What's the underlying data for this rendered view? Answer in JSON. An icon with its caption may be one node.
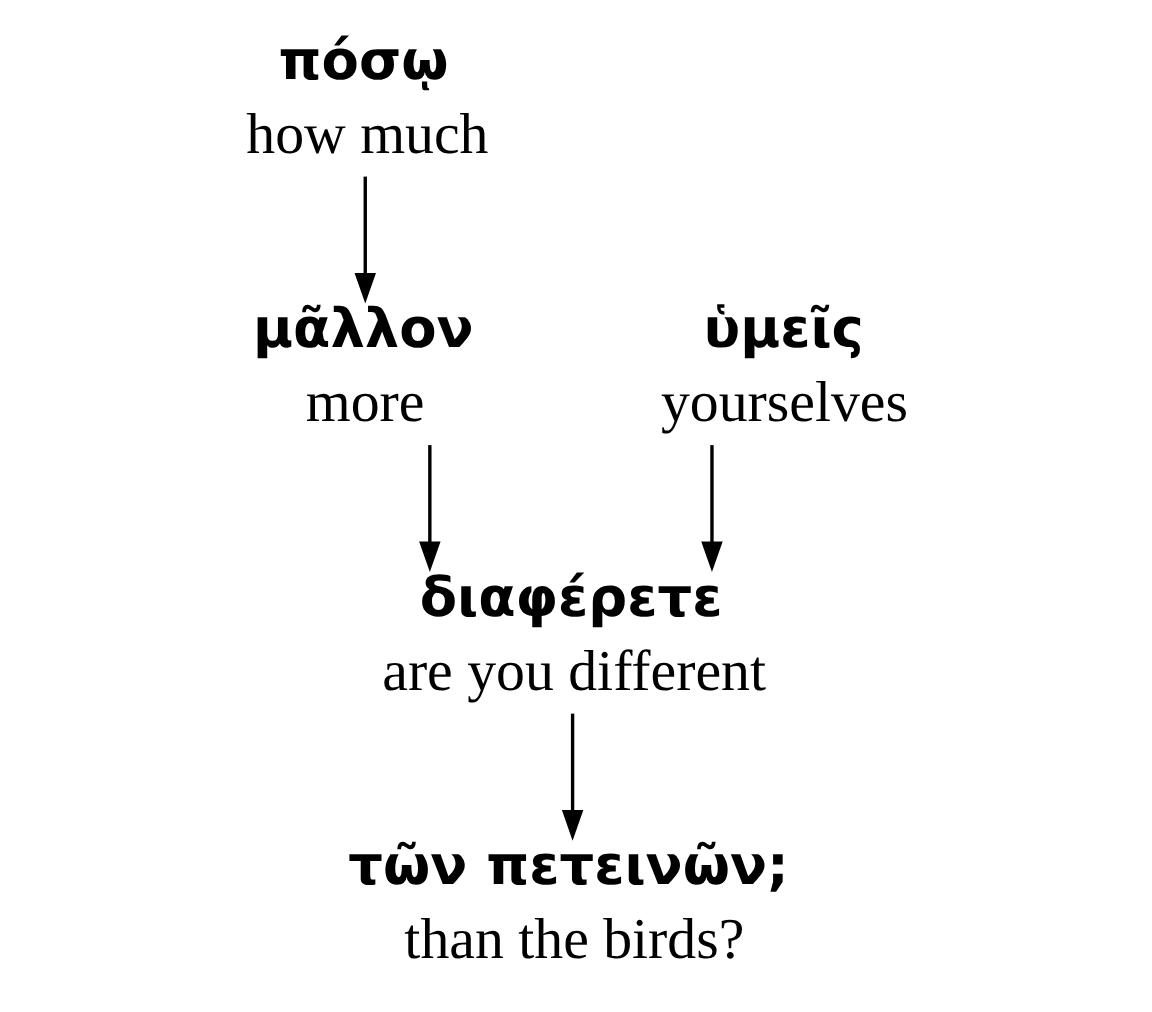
{
  "diagram": {
    "nodes": [
      {
        "text": [
          "πόσῳ",
          "how much"
        ]
      },
      {
        "text": [
          "μᾶλλον",
          "more"
        ]
      },
      {
        "text": [
          "ὑμεῖς",
          "yourselves"
        ]
      },
      {
        "text": [
          "διαφέρετε",
          "are you different"
        ]
      },
      {
        "text": [
          "τῶν πετεινῶν;",
          "than the birds?"
        ]
      }
    ],
    "edges": [
      {
        "from": 0,
        "to": 1,
        "arrow": "to"
      },
      {
        "from": 1,
        "to": 3,
        "arrow": "to"
      },
      {
        "from": 2,
        "to": 3,
        "arrow": "to"
      },
      {
        "from": 3,
        "to": 4,
        "arrow": "to"
      }
    ]
  }
}
